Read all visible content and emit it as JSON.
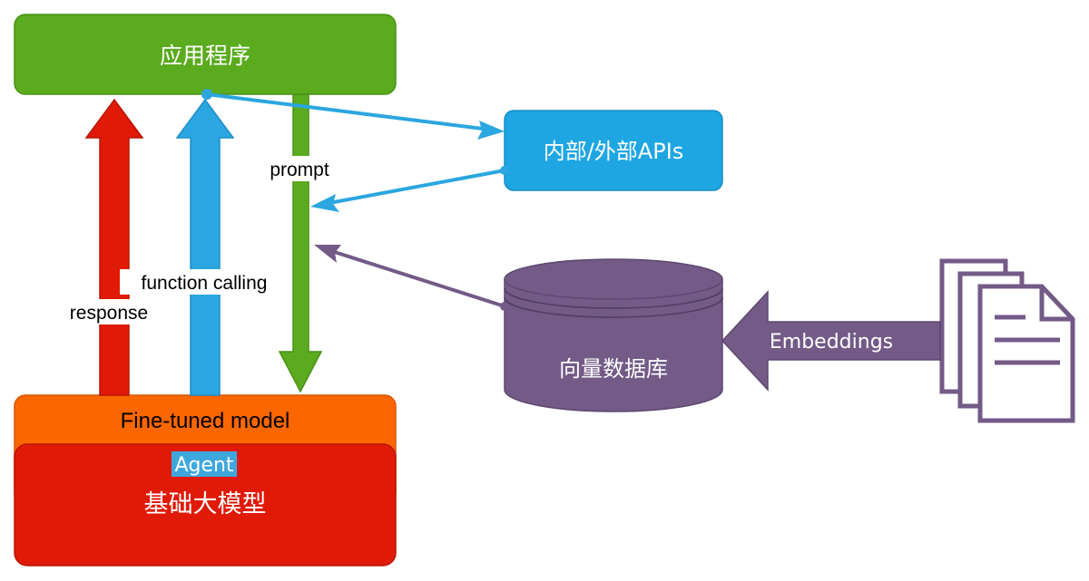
{
  "nodes": {
    "app": "应用程序",
    "api": "内部/外部APIs",
    "vector_db": "向量数据库",
    "fine_tuned": "Fine-tuned model",
    "agent": "Agent",
    "base_model": "基础大模型"
  },
  "edges": {
    "response": "response",
    "function_calling": "function calling",
    "prompt": "prompt",
    "embeddings": "Embeddings"
  },
  "colors": {
    "app_green": "#5aab1e",
    "api_blue": "#1ea6e3",
    "vector_purple": "#735a87",
    "fine_tuned_orange": "#fa6600",
    "base_red": "#e01a06",
    "response_red": "#e01a06",
    "function_blue": "#2ba6e0",
    "prompt_green": "#5aab1e",
    "embed_purple": "#735a87",
    "agent_highlight": "#3ea8dd"
  }
}
